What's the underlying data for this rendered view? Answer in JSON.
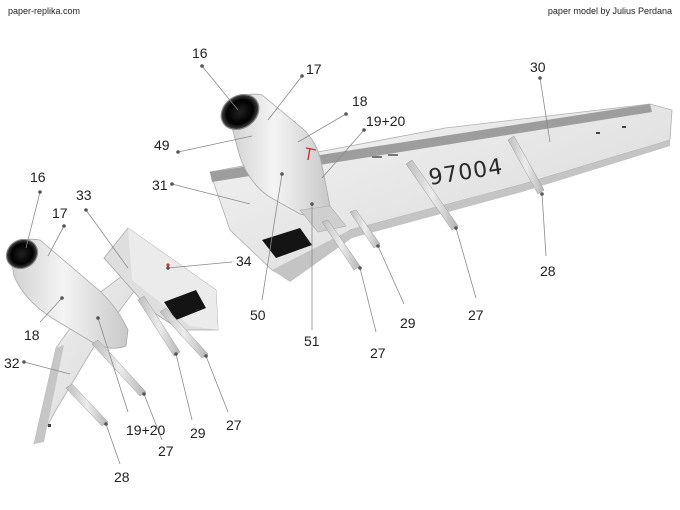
{
  "header": {
    "site": "paper-replika.com",
    "credit": "paper model by Julius Perdana"
  },
  "aircraft": {
    "serial": "97004"
  },
  "colors": {
    "wing_light": "#eeeeee",
    "wing_mid": "#d8d8d8",
    "wing_dark": "#b8b8b8",
    "edge_dark": "#9a9a9a",
    "panel_black": "#1a1a1a"
  },
  "callouts": {
    "left_assembly": [
      {
        "id": "16",
        "text": "16"
      },
      {
        "id": "17",
        "text": "17"
      },
      {
        "id": "33",
        "text": "33"
      },
      {
        "id": "34",
        "text": "34"
      },
      {
        "id": "18",
        "text": "18"
      },
      {
        "id": "32",
        "text": "32"
      },
      {
        "id": "19+20",
        "text": "19+20"
      },
      {
        "id": "29",
        "text": "29"
      },
      {
        "id": "27a",
        "text": "27"
      },
      {
        "id": "27b",
        "text": "27"
      },
      {
        "id": "28",
        "text": "28"
      }
    ],
    "right_assembly": [
      {
        "id": "16",
        "text": "16"
      },
      {
        "id": "17",
        "text": "17"
      },
      {
        "id": "18",
        "text": "18"
      },
      {
        "id": "19+20",
        "text": "19+20"
      },
      {
        "id": "30",
        "text": "30"
      },
      {
        "id": "49",
        "text": "49"
      },
      {
        "id": "31",
        "text": "31"
      },
      {
        "id": "50",
        "text": "50"
      },
      {
        "id": "51",
        "text": "51"
      },
      {
        "id": "27a",
        "text": "27"
      },
      {
        "id": "29",
        "text": "29"
      },
      {
        "id": "27b",
        "text": "27"
      },
      {
        "id": "28",
        "text": "28"
      }
    ]
  }
}
